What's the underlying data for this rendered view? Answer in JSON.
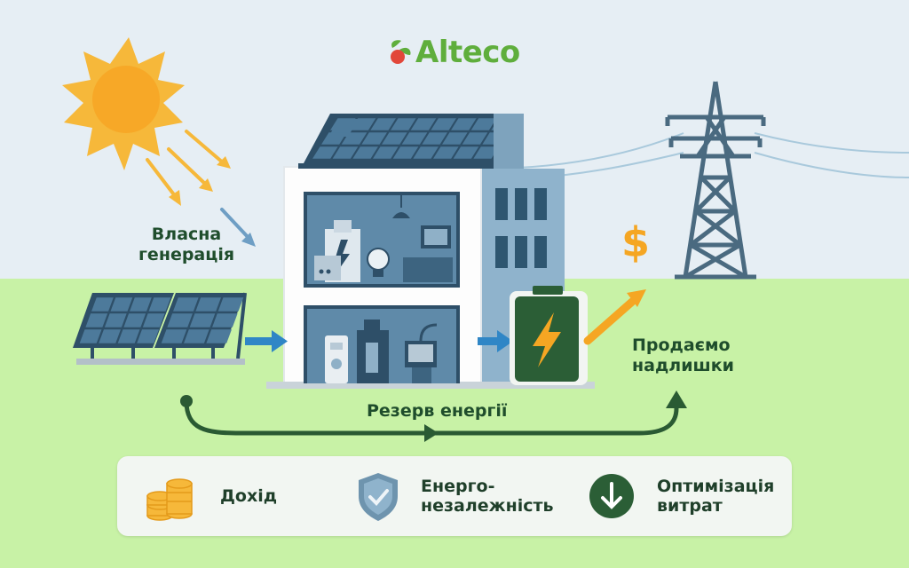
{
  "logo": {
    "text": "Alteco"
  },
  "labels": {
    "own_generation": "Власна\nгенерація",
    "sell_surplus": "Продаємо\nнадлишки",
    "energy_reserve": "Резерв енергії",
    "dollar_symbol": "$"
  },
  "benefits": [
    {
      "label": "Дохід",
      "icon": "coins-icon"
    },
    {
      "label": "Енерго-\nнезалежність",
      "icon": "shield-check-icon"
    },
    {
      "label": "Оптимізація\nвитрат",
      "icon": "arrow-down-circle-icon"
    }
  ],
  "colors": {
    "sky": "#e6eef4",
    "grass": "#c8f2a6",
    "brand_green": "#5fae3c",
    "dark_green": "#2a5a33",
    "sun": "#f6b83a",
    "arrow_blue": "#2f86c6",
    "arrow_orange": "#f5a623"
  }
}
